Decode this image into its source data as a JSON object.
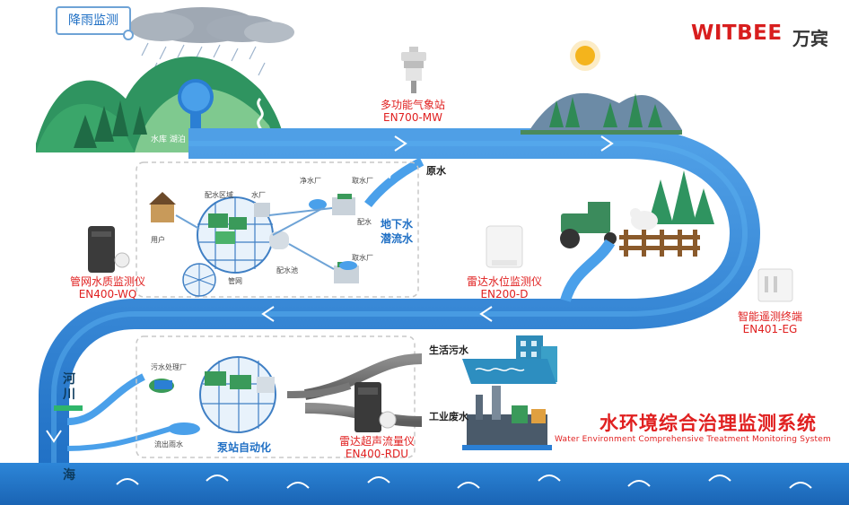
{
  "rain_monitoring": "降雨监测",
  "brand": {
    "logo": "WITBEE",
    "name_cn": "万宾"
  },
  "reservoir_label": "水库 湖泊",
  "weather_station": {
    "name": "多功能气象站",
    "model": "EN700-MW"
  },
  "raw_water": "原水",
  "groundwater": "地下水\n潜流水",
  "supply_area": {
    "distribution_zone": "配水区域",
    "water_plant": "水厂",
    "purification_plant": "净水厂",
    "intake_plant_1": "取水厂",
    "water_distribution": "配水",
    "user": "用户",
    "distribution_pool": "配水池",
    "pipe_network": "管网",
    "intake_plant_2": "取水厂"
  },
  "pipe_quality_monitor": {
    "name": "管网水质监测仪",
    "model": "EN400-WQ"
  },
  "radar_level_gauge": {
    "name": "雷达水位监测仪",
    "model": "EN200-D"
  },
  "remote_terminal": {
    "name": "智能遥测终端",
    "model": "EN401-EG"
  },
  "river": "河川",
  "sea": "海",
  "domestic_sewage": "生活污水",
  "industrial_wastewater": "工业废水",
  "sewage_plant": "污水处理厂",
  "outflow_rain": "流出雨水",
  "pump_station": "泵站自动化",
  "flow_meter": {
    "name": "雷达超声流量仪",
    "model": "EN400-RDU"
  },
  "system_title": "水环境综合治理监测系统",
  "system_subtitle": "Water Environment Comprehensive Treatment Monitoring System",
  "colors": {
    "river_blue": "#2b7fd4",
    "river_light": "#5aa8ea",
    "accent_red": "#e02020",
    "label_blue": "#1f6fc4",
    "mountain_green": "#3aa66a",
    "sea_blue": "#1f74c8"
  }
}
